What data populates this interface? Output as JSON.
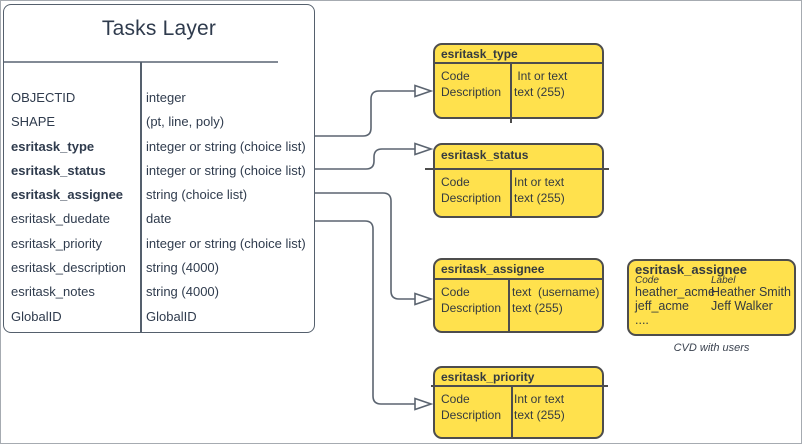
{
  "diagram": {
    "tasks_layer": {
      "title": "Tasks Layer",
      "fields": [
        {
          "name": "OBJECTID",
          "type": "integer"
        },
        {
          "name": "SHAPE",
          "type": "(pt, line, poly)"
        },
        {
          "name": "esritask_type",
          "type": "integer or string (choice list)"
        },
        {
          "name": "esritask_status",
          "type": "integer or string (choice list)"
        },
        {
          "name": "esritask_assignee",
          "type": "string (choice list)"
        },
        {
          "name": "esritask_duedate",
          "type": "date"
        },
        {
          "name": "esritask_priority",
          "type": "integer or string (choice list)"
        },
        {
          "name": "esritask_description",
          "type": "string (4000)"
        },
        {
          "name": "esritask_notes",
          "type": "string (4000)"
        },
        {
          "name": "GlobalID",
          "type": "GlobalID"
        }
      ]
    },
    "choice_lists": [
      {
        "title": "esritask_type",
        "fields": "Code\nDescription",
        "types": " Int or text\ntext (255)"
      },
      {
        "title": "esritask_status",
        "fields": "Code\nDescription",
        "types": "Int or text\ntext (255)"
      },
      {
        "title": "esritask_assignee",
        "fields": "Code\nDescription",
        "types": "text  (username)\ntext (255)"
      },
      {
        "title": "esritask_priority",
        "fields": "Code\nDescription",
        "types": "Int or text\ntext (255)"
      }
    ],
    "cvd_example": {
      "title": "esritask_assignee",
      "code_header": "Code",
      "label_header": "Label",
      "codes": "heather_acme\njeff_acme\n....",
      "labels": "Heather Smith\nJeff Walker",
      "caption": "CVD with users"
    },
    "colors": {
      "choice_fill": "#FFE14D",
      "choice_border": "#4D4D4D",
      "line": "#5B6470",
      "text": "#2F3B4D"
    }
  }
}
